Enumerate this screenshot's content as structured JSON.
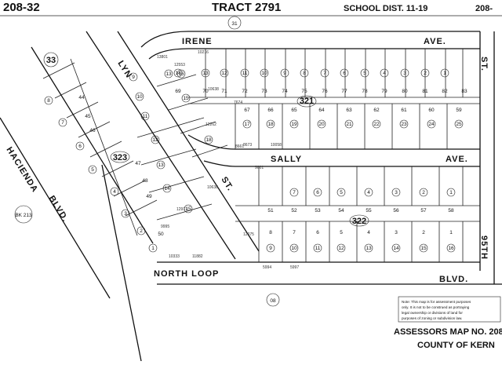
{
  "header": {
    "top_left_ref": "208-32",
    "tract": "TRACT 2791",
    "school_dist": "SCHOOL DIST. 11-19",
    "top_right_ref": "208-"
  },
  "blocks": {
    "b31": "31",
    "b33": "33",
    "b321": "321",
    "b322": "322",
    "b323": "323",
    "b08": "08",
    "bk213": "BK 213"
  },
  "streets": {
    "irene": "IRENE",
    "irene_ave": "AVE.",
    "sally": "SALLY",
    "sally_ave": "AVE.",
    "lyn": "LYN",
    "lyn_st": "ST.",
    "north_loop": "NORTH LOOP",
    "blvd": "BLVD.",
    "hacienda": "HACIENDA",
    "hacienda_blvd": "BLVD.",
    "st_95th": "95TH",
    "st_right": "ST."
  },
  "lots": {
    "row1": [
      "14",
      "13",
      "12",
      "11",
      "10",
      "9",
      "8",
      "7",
      "6",
      "5",
      "4",
      "3",
      "2",
      "1"
    ],
    "row1_sub": [
      "69",
      "70",
      "71",
      "72",
      "73",
      "74",
      "75",
      "76",
      "77",
      "78",
      "79",
      "80",
      "81",
      "82",
      "83"
    ],
    "row2": [
      "17",
      "18",
      "19",
      "20",
      "21",
      "22",
      "23",
      "24",
      "25"
    ],
    "row2_sub": [
      "67",
      "66",
      "65",
      "64",
      "63",
      "62",
      "61",
      "60",
      "59"
    ],
    "row3": [
      "7",
      "6",
      "5",
      "4",
      "3",
      "2",
      "1"
    ],
    "row3_sub": [
      "51",
      "52",
      "53",
      "54",
      "55",
      "56",
      "57",
      "58"
    ],
    "row4": [
      "9",
      "10",
      "11",
      "12",
      "13",
      "14",
      "15",
      "16"
    ],
    "row4_sub": [
      "8",
      "7",
      "6",
      "5",
      "4",
      "3",
      "2",
      "1"
    ],
    "diag_left": [
      "8",
      "7",
      "6",
      "5",
      "4",
      "3",
      "2",
      "1"
    ],
    "diag_left_sub": [
      "50",
      "49",
      "48",
      "47",
      "46",
      "45",
      "44"
    ],
    "diag_right": [
      "15",
      "14",
      "13",
      "12",
      "11",
      "10",
      "9"
    ],
    "corner": [
      "18",
      "16",
      "15",
      "13"
    ]
  },
  "dims": [
    "10333",
    "11882",
    "12917",
    "10638",
    "9995",
    "8661",
    "8673",
    "10058",
    "9001",
    "10638",
    "12075",
    "5994",
    "5997",
    "10216",
    "13801",
    "12553",
    "7674",
    "12262"
  ],
  "note": {
    "line1": "Note: This map is for assessment purposes",
    "line2": "only. It is not to be construed as portraying",
    "line3": "legal ownership or divisions of land for",
    "line4": "purposes of zoning or subdivision law."
  },
  "footer": {
    "map_no": "ASSESSORS MAP NO. 208",
    "county": "COUNTY OF KERN"
  }
}
